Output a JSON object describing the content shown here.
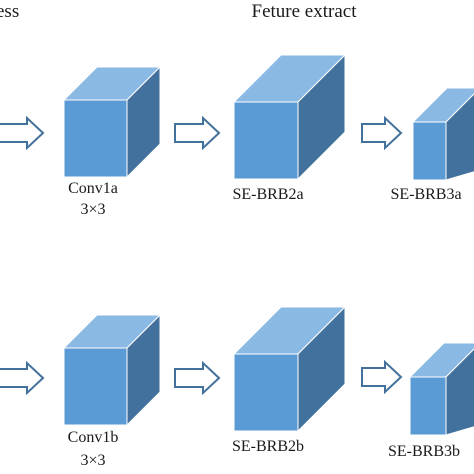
{
  "section_titles": {
    "left_partial": "ess",
    "center": "Feture extract"
  },
  "colors": {
    "front": "#5b9bd5",
    "top": "#8ab9e3",
    "side": "#41719c",
    "edge": "#ffffff",
    "arrow_fill": "#ffffff",
    "arrow_stroke": "#41719c"
  },
  "rows": [
    {
      "row": "a",
      "blocks": [
        {
          "name": "Conv1a",
          "size": "3×3"
        },
        {
          "name": "SE-BRB2a"
        },
        {
          "name": "SE-BRB3a"
        }
      ]
    },
    {
      "row": "b",
      "blocks": [
        {
          "name": "Conv1b",
          "size": "3×3"
        },
        {
          "name": "SE-BRB2b"
        },
        {
          "name": "SE-BRB3b"
        }
      ]
    }
  ]
}
